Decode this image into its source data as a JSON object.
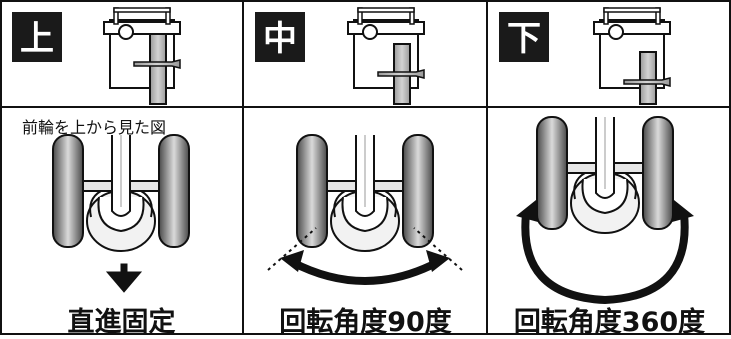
{
  "panels": [
    {
      "badge": "上",
      "title": "直進固定",
      "caption": "前輪を上から見た図"
    },
    {
      "badge": "中",
      "title": "回転角度90度"
    },
    {
      "badge": "下",
      "title": "回転角度360度"
    }
  ],
  "colors": {
    "ink": "#111111",
    "lever_gray": "#b4b4b4",
    "wheel_dark": "#555555",
    "wheel_light": "#d8d8d8"
  }
}
